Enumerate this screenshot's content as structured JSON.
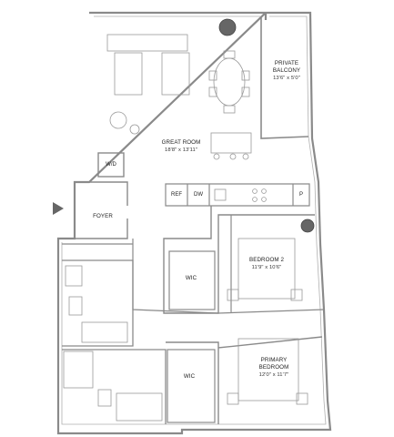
{
  "rooms": {
    "great_room": {
      "name": "GREAT ROOM",
      "dims": "18'8\" x 13'11\""
    },
    "private_balcony": {
      "name_line1": "PRIVATE",
      "name_line2": "BALCONY",
      "dims": "13'6\" x 5'0\""
    },
    "bedroom2": {
      "name": "BEDROOM 2",
      "dims": "11'9\" x 10'6\""
    },
    "primary_bedroom": {
      "name_line1": "PRIMARY",
      "name_line2": "BEDROOM",
      "dims": "12'0\" x 11'7\""
    },
    "foyer": {
      "name": "FOYER"
    },
    "wic_upper": {
      "name": "WIC"
    },
    "wic_lower": {
      "name": "WIC"
    }
  },
  "appliances": {
    "washer_dryer": "W/D",
    "refrigerator": "REF",
    "dishwasher": "DW",
    "pantry": "P"
  },
  "colors": {
    "wall": "#8a8a8a",
    "wall_fill": "#d8d8d8",
    "fixture": "#555555",
    "entry_arrow": "#666666"
  }
}
